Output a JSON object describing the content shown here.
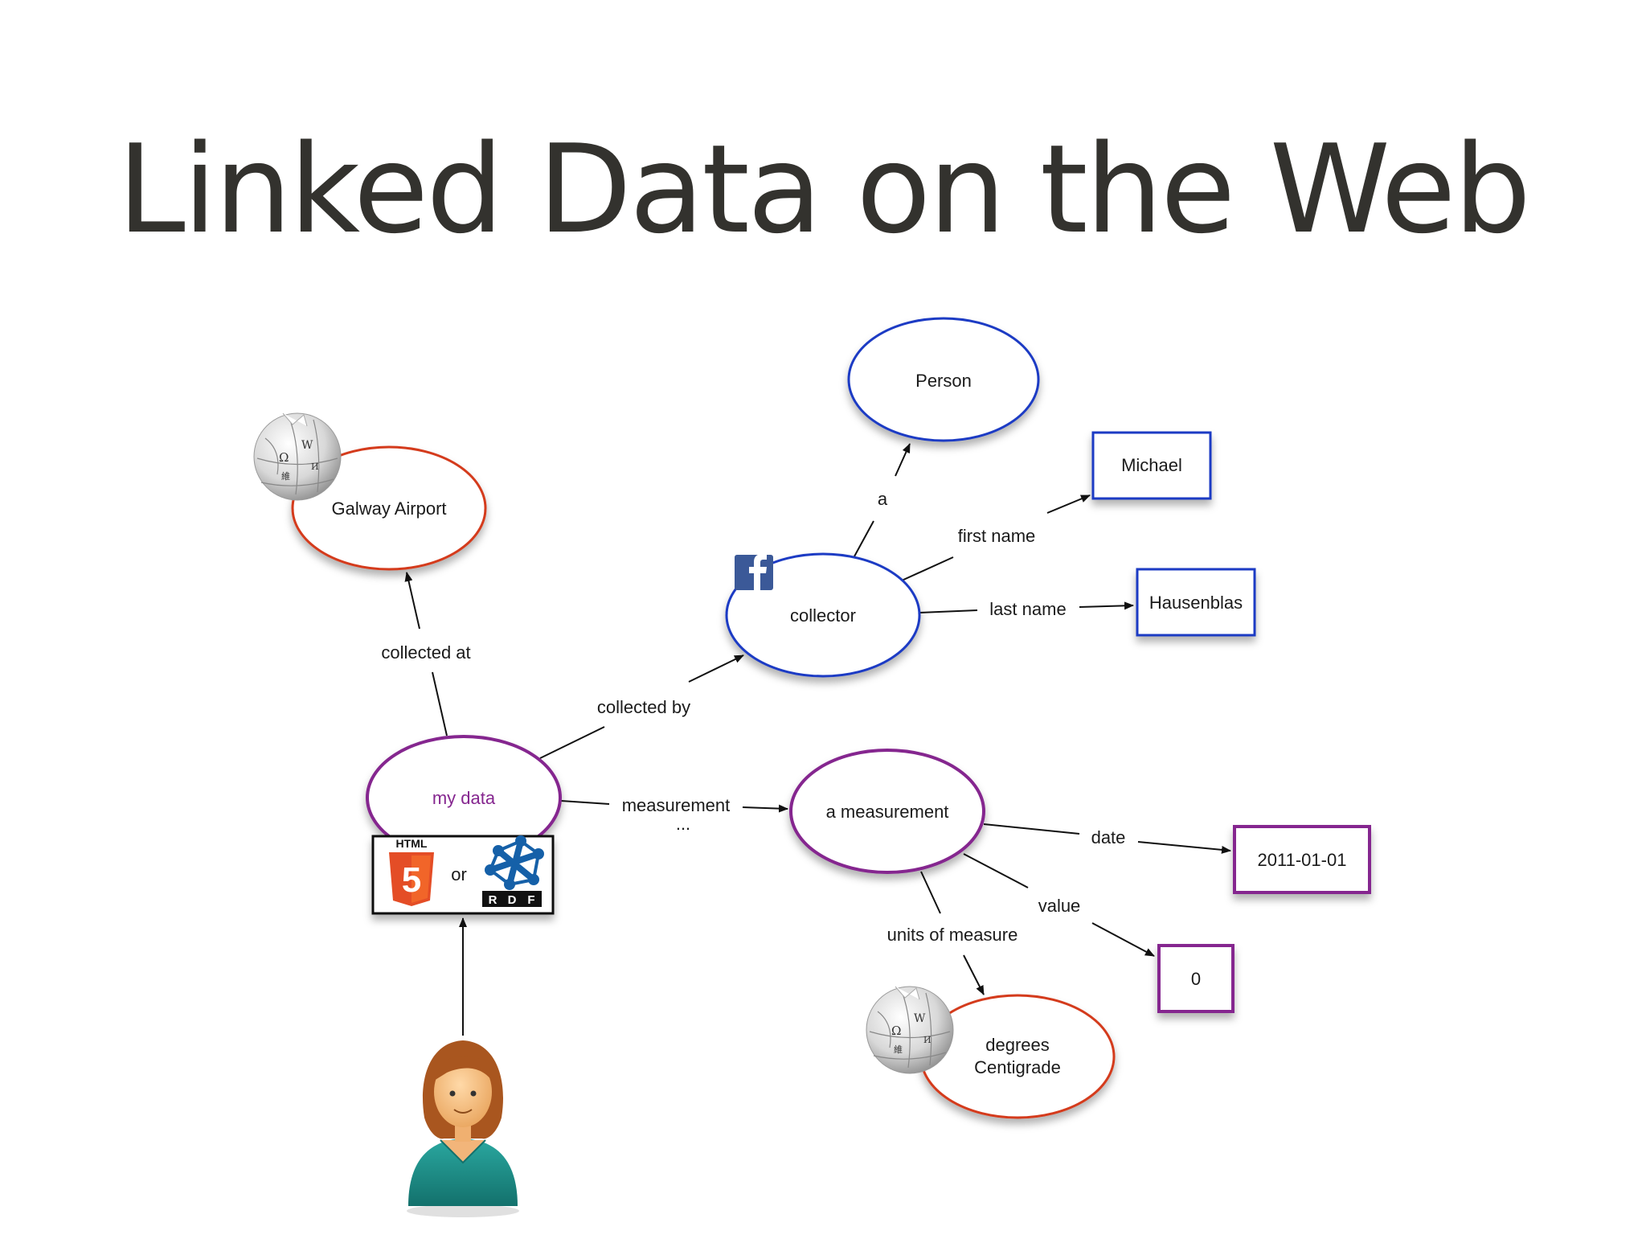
{
  "title": "Linked Data on the Web",
  "colors": {
    "blue": "#1c3bc4",
    "red": "#d43a1c",
    "purple": "#85268f",
    "html5_orange": "#e44d26",
    "rdf_blue": "#1560a8",
    "facebook_blue": "#3b5998"
  },
  "nodes": {
    "person": "Person",
    "michael": "Michael",
    "hausenblas": "Hausenblas",
    "collector": "collector",
    "galway": "Galway Airport",
    "mydata": "my data",
    "measurement": "a measurement",
    "date_value": "2011-01-01",
    "zero": "0",
    "degrees_line1": "degrees",
    "degrees_line2": "Centigrade"
  },
  "edges": {
    "a": "a",
    "first_name": "first name",
    "last_name": "last name",
    "collected_at": "collected at",
    "collected_by": "collected by",
    "measurement": "measurement",
    "ellipsis": "...",
    "date": "date",
    "value": "value",
    "units": "units of measure"
  },
  "format_box": {
    "html_label": "HTML",
    "html_shield": "5",
    "or": "or",
    "rdf_letters": [
      "R",
      "D",
      "F"
    ]
  },
  "icons": {
    "wikipedia_top": "wikipedia-globe-icon",
    "wikipedia_bottom": "wikipedia-globe-icon",
    "facebook": "facebook-icon",
    "html5": "html5-logo-icon",
    "rdf": "rdf-logo-icon",
    "person": "person-avatar-icon"
  }
}
